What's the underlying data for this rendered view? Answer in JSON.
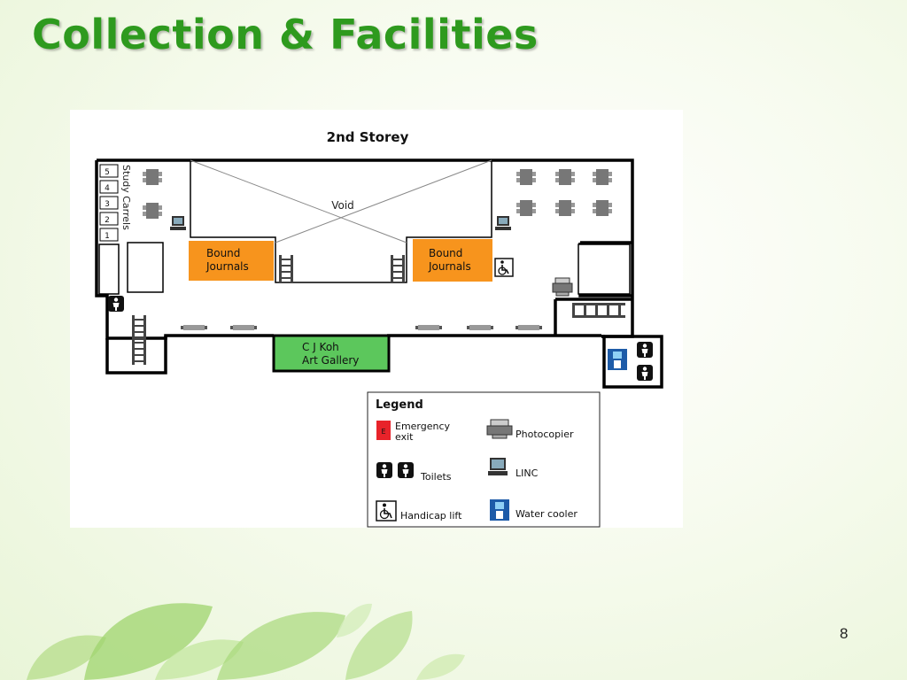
{
  "slide": {
    "title": "Collection & Facilities",
    "page_number": "8"
  },
  "floor_plan": {
    "title": "2nd Storey",
    "void_label": "Void",
    "study_carrels_label": "Study Carrels",
    "carrel_numbers": [
      "5",
      "4",
      "3",
      "2",
      "1"
    ],
    "bound_journals_left": [
      "Bound",
      "Journals"
    ],
    "bound_journals_right": [
      "Bound",
      "Journals"
    ],
    "gallery_label": [
      "C J Koh",
      "Art Gallery"
    ],
    "colors": {
      "bound_journals": "#f7941d",
      "gallery": "#5cc75c",
      "emergency_exit": "#e8232a",
      "walls": "#000000"
    }
  },
  "legend": {
    "title": "Legend",
    "items": {
      "emergency_exit": {
        "line1": "Emergency",
        "line2": "exit",
        "icon": "emergency-exit-icon",
        "glyph": "E"
      },
      "photocopier": {
        "label": "Photocopier",
        "icon": "photocopier-icon"
      },
      "toilets": {
        "label": "Toilets",
        "icon": "toilet-icon"
      },
      "linc": {
        "label": "LINC",
        "icon": "computer-terminal-icon"
      },
      "handicap_lift": {
        "label": "Handicap lift",
        "icon": "wheelchair-icon"
      },
      "water_cooler": {
        "label": "Water cooler",
        "icon": "water-cooler-icon"
      }
    }
  }
}
